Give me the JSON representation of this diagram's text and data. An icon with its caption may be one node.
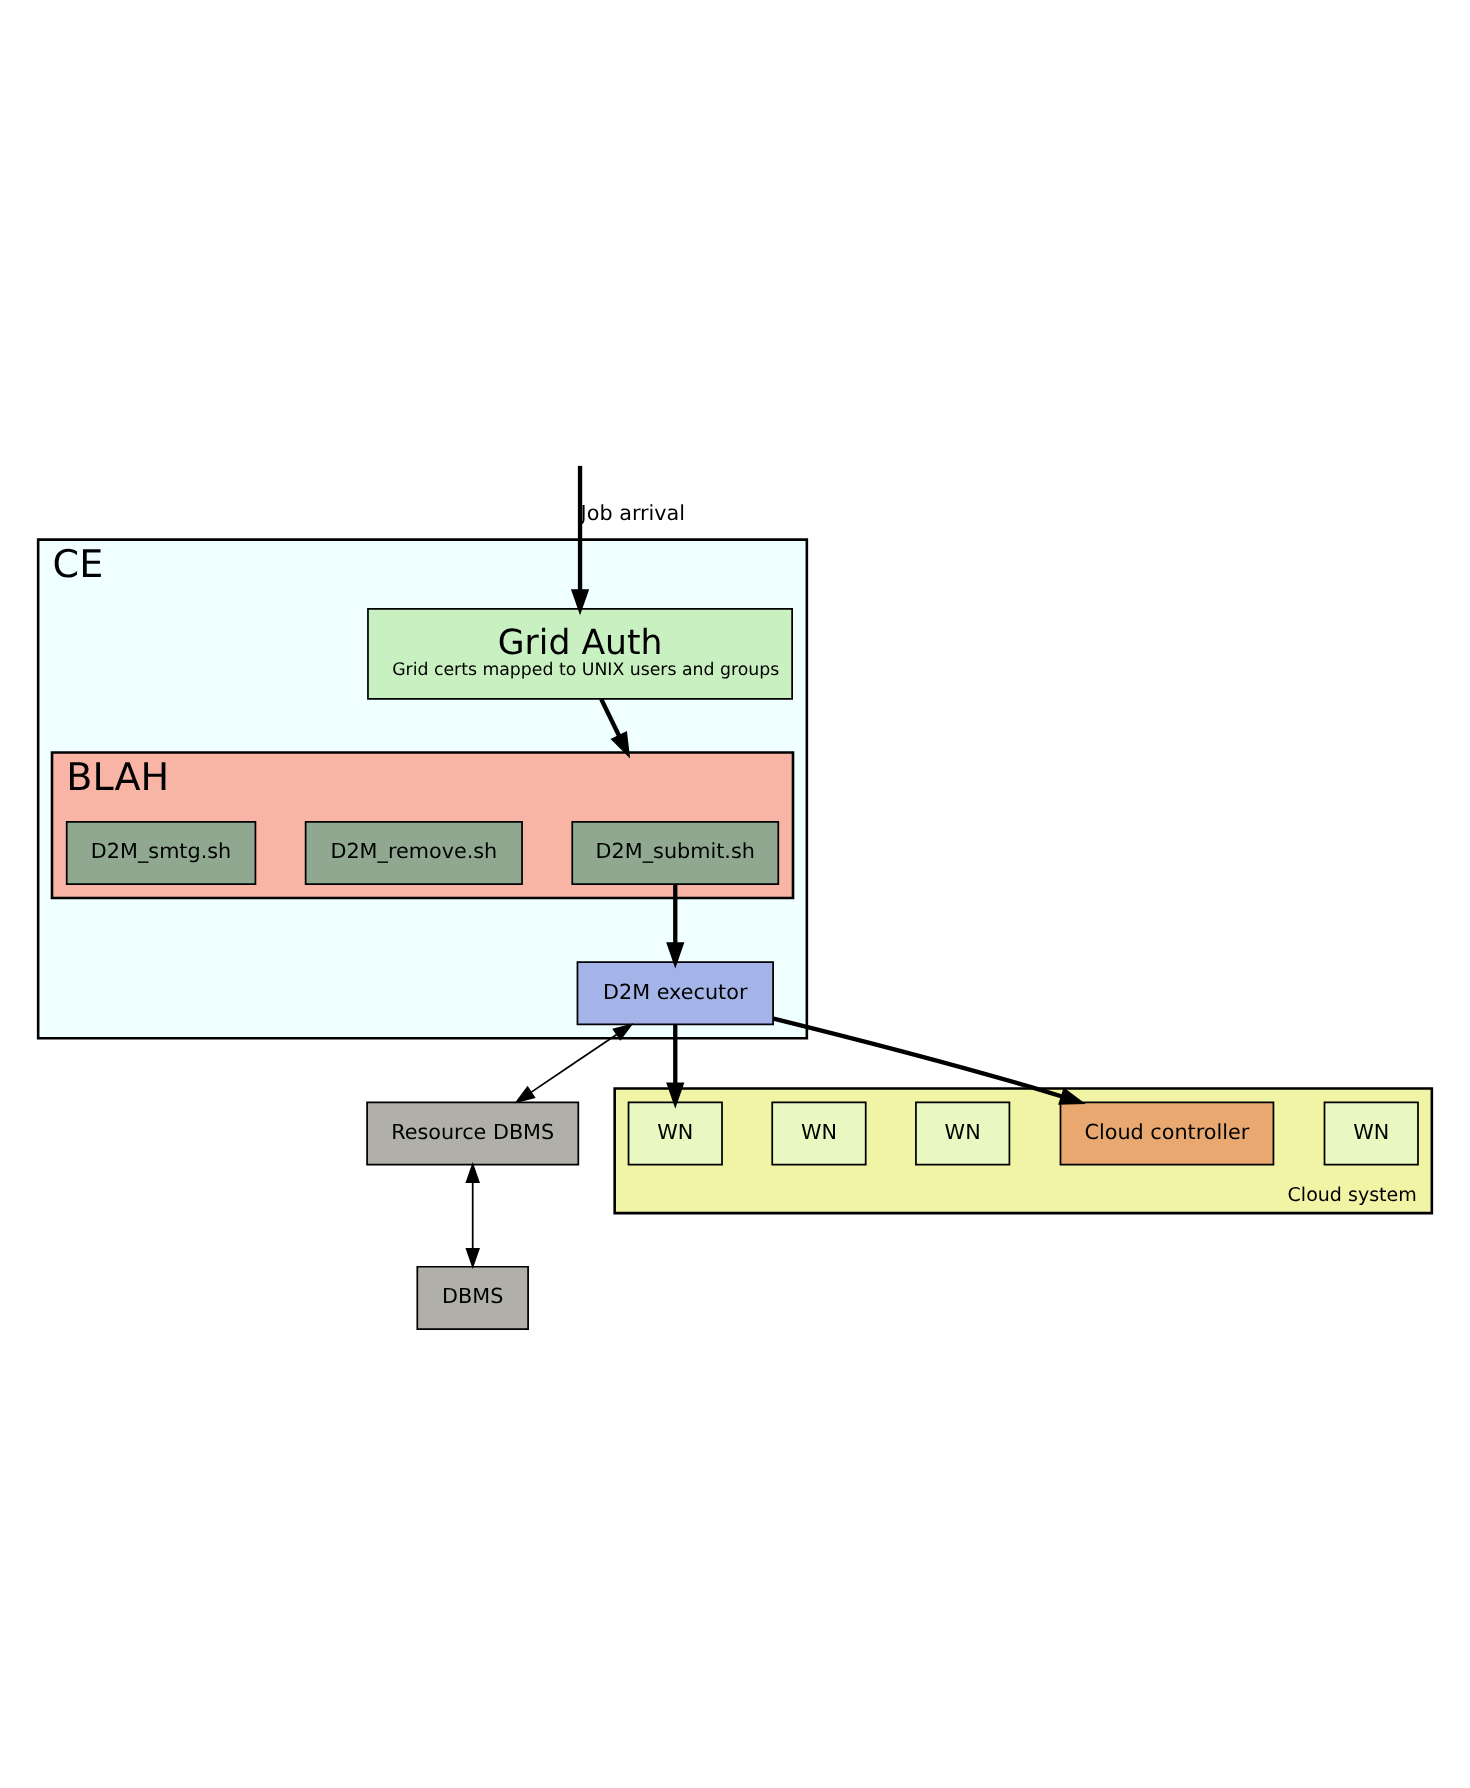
{
  "diagram": {
    "nodes": [
      {
        "text": [
          "CE"
        ]
      },
      {
        "text": [
          "Grid Auth",
          "Grid certs mapped to UNIX users and groups"
        ],
        "in": 0
      },
      {
        "text": [
          "BLAH"
        ],
        "in": 0
      },
      {
        "text": [
          "D2M_submit.sh"
        ],
        "in": 2
      },
      {
        "text": [
          "D2M_remove.sh"
        ],
        "in": 2
      },
      {
        "text": [
          "D2M_smtg.sh"
        ],
        "in": 2
      },
      {
        "text": [
          "D2M executor"
        ],
        "in": 0
      },
      {
        "text": [
          "Resource DBMS"
        ]
      },
      {
        "text": [
          "DBMS"
        ]
      },
      {
        "text": [
          "Cloud system"
        ]
      },
      {
        "text": [
          "WN"
        ],
        "in": 9
      },
      {
        "text": [
          "WN"
        ],
        "in": 9
      },
      {
        "text": [
          "WN"
        ],
        "in": 9
      },
      {
        "text": [
          "WN"
        ],
        "in": 9
      },
      {
        "text": [
          "Cloud controller"
        ],
        "in": 9
      }
    ],
    "edges": [
      {
        "from": null,
        "to": 1,
        "arrow": "to",
        "label": "Job arrival"
      },
      {
        "from": 1,
        "to": 2,
        "arrow": "to"
      },
      {
        "from": 3,
        "to": 6,
        "arrow": "to"
      },
      {
        "from": 6,
        "to": 11,
        "arrow": "to"
      },
      {
        "from": 6,
        "to": 14,
        "arrow": "to"
      },
      {
        "from": 6,
        "to": 7,
        "arrow": "both"
      },
      {
        "from": 7,
        "to": 8,
        "arrow": "both"
      }
    ]
  }
}
